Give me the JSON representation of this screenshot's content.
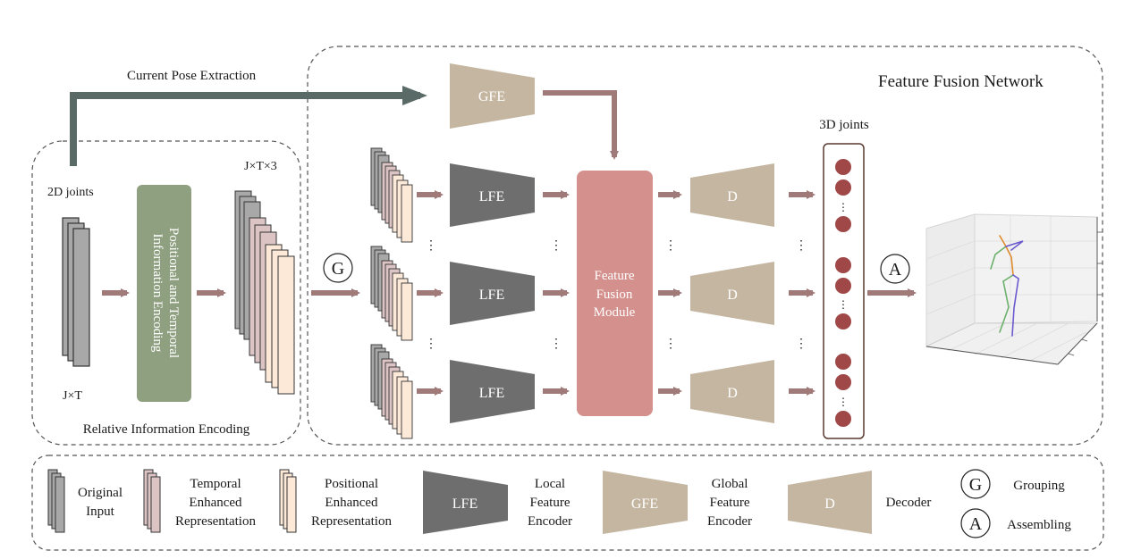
{
  "labels": {
    "current_pose": "Current Pose Extraction",
    "network_title": "Feature Fusion Network",
    "joints_2d": "2D joints",
    "jxt": "J×T",
    "jxtx3": "J×T×3",
    "rie": "Relative Information Encoding",
    "pte_line1": "Positional and Temporal",
    "pte_line2": "Information Encoding",
    "joints_3d": "3D joints",
    "gfe": "GFE",
    "lfe": "LFE",
    "decoder": "D",
    "ffm_line1": "Feature",
    "ffm_line2": "Fusion",
    "ffm_line3": "Module",
    "group_symbol": "G",
    "assemble_symbol": "A",
    "dots": "⋮"
  },
  "legend": {
    "original_1": "Original",
    "original_2": "Input",
    "temporal_1": "Temporal",
    "temporal_2": "Enhanced",
    "temporal_3": "Representation",
    "positional_1": "Positional",
    "positional_2": "Enhanced",
    "positional_3": "Representation",
    "lfe_box": "LFE",
    "lfe_1": "Local",
    "lfe_2": "Feature",
    "lfe_3": "Encoder",
    "gfe_box": "GFE",
    "gfe_1": "Global",
    "gfe_2": "Feature",
    "gfe_3": "Encoder",
    "d_box": "D",
    "decoder": "Decoder",
    "g_symbol": "G",
    "grouping": "Grouping",
    "a_symbol": "A",
    "assembling": "Assembling"
  },
  "colors": {
    "arrow": "#a07a78",
    "main_arrow": "#5a6a66",
    "lfe": "#6e6e6e",
    "gfe": "#c4b6a0",
    "ffm": "#d4908c",
    "pte": "#8fa081",
    "joint": "#a04848",
    "gray_layer": "#a8a8a8",
    "pink_layer": "#dcc4c4",
    "peach_layer": "#fde9d8"
  }
}
